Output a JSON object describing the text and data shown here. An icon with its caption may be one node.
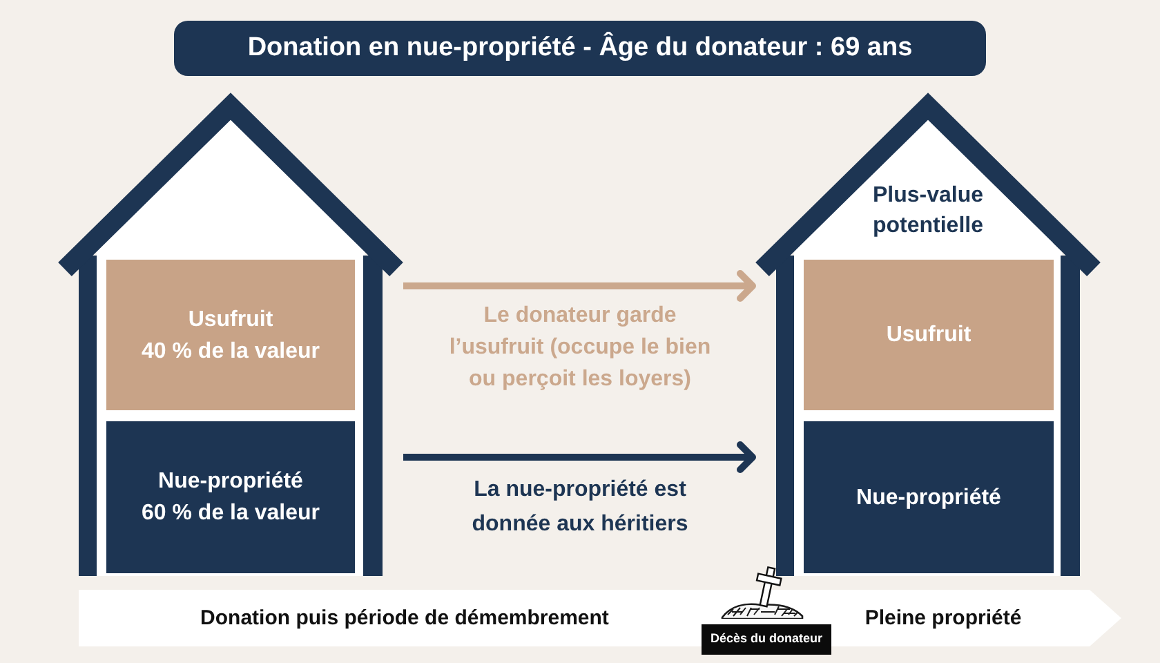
{
  "diagram": {
    "title": "Donation en nue-propriété - Âge du donateur : 69 ans",
    "nodes": [
      {
        "text": [],
        "shape": "house"
      },
      {
        "text": [
          "Usufruit",
          "40 % de la valeur"
        ],
        "in": 0
      },
      {
        "text": [
          "Nue-propriété",
          "60 % de la valeur"
        ],
        "in": 0
      },
      {
        "text": [
          "Plus-value potentielle"
        ]
      },
      {
        "text": [
          "Usufruit"
        ],
        "in": 3
      },
      {
        "text": [
          "Nue-propriété"
        ],
        "in": 3
      },
      {
        "text": [
          "Donation puis période de démembrement",
          "Pleine propriété"
        ]
      },
      {
        "text": [
          "Décès du donateur"
        ]
      }
    ],
    "edges": [
      {
        "from": 0,
        "to": 3,
        "arrow": "to",
        "label": "Le donateur garde l’usufruit (occupe le bien ou perçoit les loyers)",
        "color": "#cba88d"
      },
      {
        "from": 0,
        "to": 3,
        "arrow": "to",
        "label": "La nue-propriété est donnée aux héritiers",
        "color": "#1d3553"
      }
    ]
  }
}
